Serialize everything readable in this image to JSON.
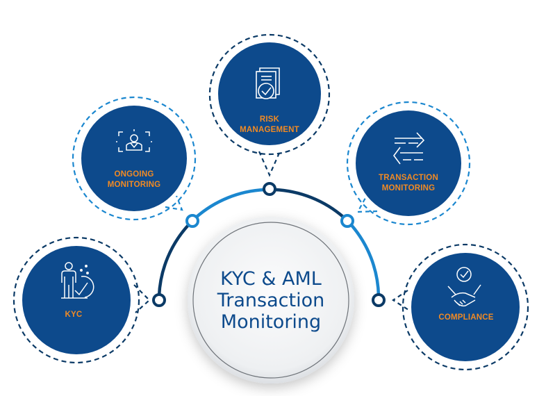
{
  "title": "KYC & AML Transaction Monitoring",
  "center": {
    "line1": "KYC & AML",
    "line2": "Transaction",
    "line3": "Monitoring"
  },
  "nodes": [
    {
      "id": "kyc",
      "label_lines": [
        "KYC"
      ],
      "icon": "person-check-icon"
    },
    {
      "id": "ongoing-monitoring",
      "label_lines": [
        "ONGOING",
        "MONITORING"
      ],
      "icon": "user-focus-icon"
    },
    {
      "id": "risk-management",
      "label_lines": [
        "RISK",
        "MANAGEMENT"
      ],
      "icon": "document-check-icon"
    },
    {
      "id": "transaction-monitoring",
      "label_lines": [
        "TRANSACTION",
        "MONITORING"
      ],
      "icon": "arrows-exchange-icon"
    },
    {
      "id": "compliance",
      "label_lines": [
        "COMPLIANCE"
      ],
      "icon": "handshake-check-icon"
    }
  ],
  "colors": {
    "navy": "#0d4a8c",
    "dark_navy": "#0b3a66",
    "light_blue": "#1b87cf",
    "orange": "#f08a24",
    "center_bg": "#f4f5f7"
  }
}
